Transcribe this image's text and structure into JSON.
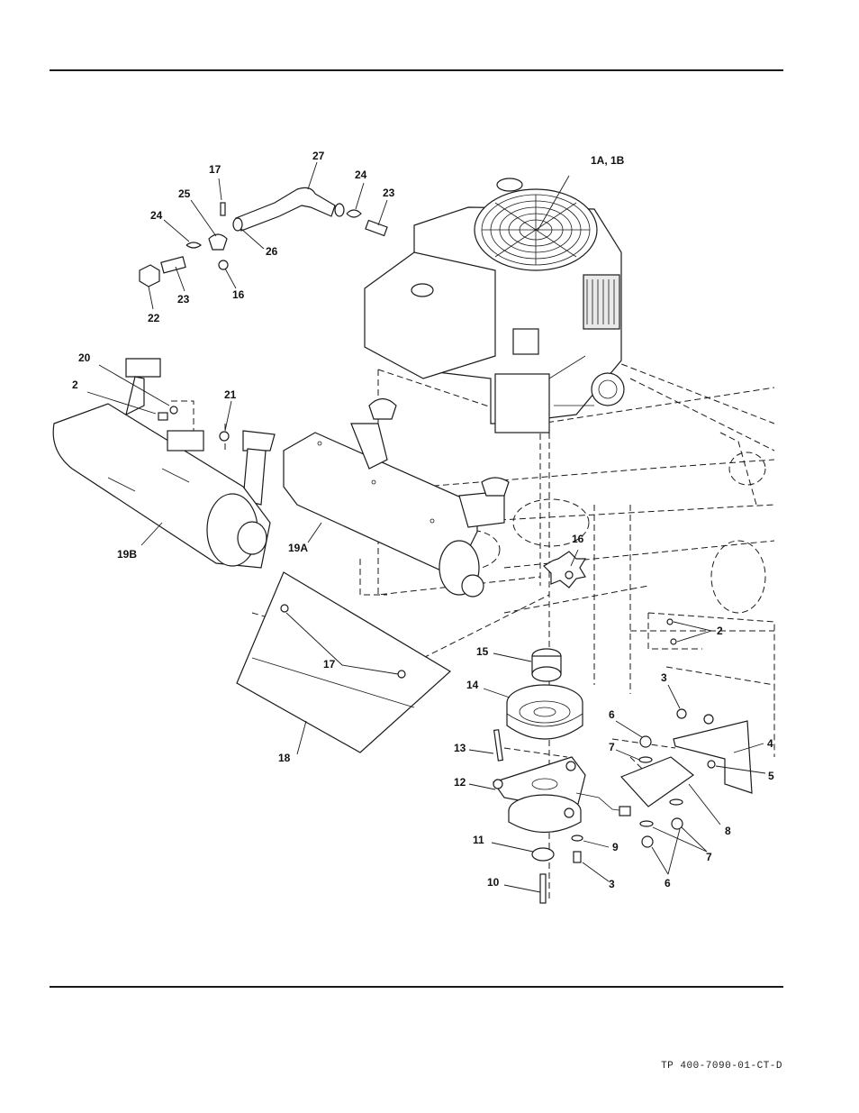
{
  "footer": {
    "doc_code": "TP 400-7090-01-CT-D"
  },
  "callouts": [
    {
      "id": "c27",
      "text": "27"
    },
    {
      "id": "c1ab",
      "text": "1A, 1B"
    },
    {
      "id": "c17a",
      "text": "17"
    },
    {
      "id": "c24a",
      "text": "24"
    },
    {
      "id": "c25",
      "text": "25"
    },
    {
      "id": "c23a",
      "text": "23"
    },
    {
      "id": "c24b",
      "text": "24"
    },
    {
      "id": "c26",
      "text": "26"
    },
    {
      "id": "c23b",
      "text": "23"
    },
    {
      "id": "c16a",
      "text": "16"
    },
    {
      "id": "c22",
      "text": "22"
    },
    {
      "id": "c20",
      "text": "20"
    },
    {
      "id": "c2a",
      "text": "2"
    },
    {
      "id": "c21",
      "text": "21"
    },
    {
      "id": "c19b",
      "text": "19B"
    },
    {
      "id": "c19a",
      "text": "19A"
    },
    {
      "id": "c16b",
      "text": "16"
    },
    {
      "id": "c2b",
      "text": "2"
    },
    {
      "id": "c15",
      "text": "15"
    },
    {
      "id": "c17b",
      "text": "17"
    },
    {
      "id": "c14",
      "text": "14"
    },
    {
      "id": "c3a",
      "text": "3"
    },
    {
      "id": "c6a",
      "text": "6"
    },
    {
      "id": "c4",
      "text": "4"
    },
    {
      "id": "c13",
      "text": "13"
    },
    {
      "id": "c7a",
      "text": "7"
    },
    {
      "id": "c5",
      "text": "5"
    },
    {
      "id": "c18",
      "text": "18"
    },
    {
      "id": "c12",
      "text": "12"
    },
    {
      "id": "c8",
      "text": "8"
    },
    {
      "id": "c11",
      "text": "11"
    },
    {
      "id": "c9",
      "text": "9"
    },
    {
      "id": "c7b",
      "text": "7"
    },
    {
      "id": "c10",
      "text": "10"
    },
    {
      "id": "c3b",
      "text": "3"
    },
    {
      "id": "c6b",
      "text": "6"
    }
  ]
}
